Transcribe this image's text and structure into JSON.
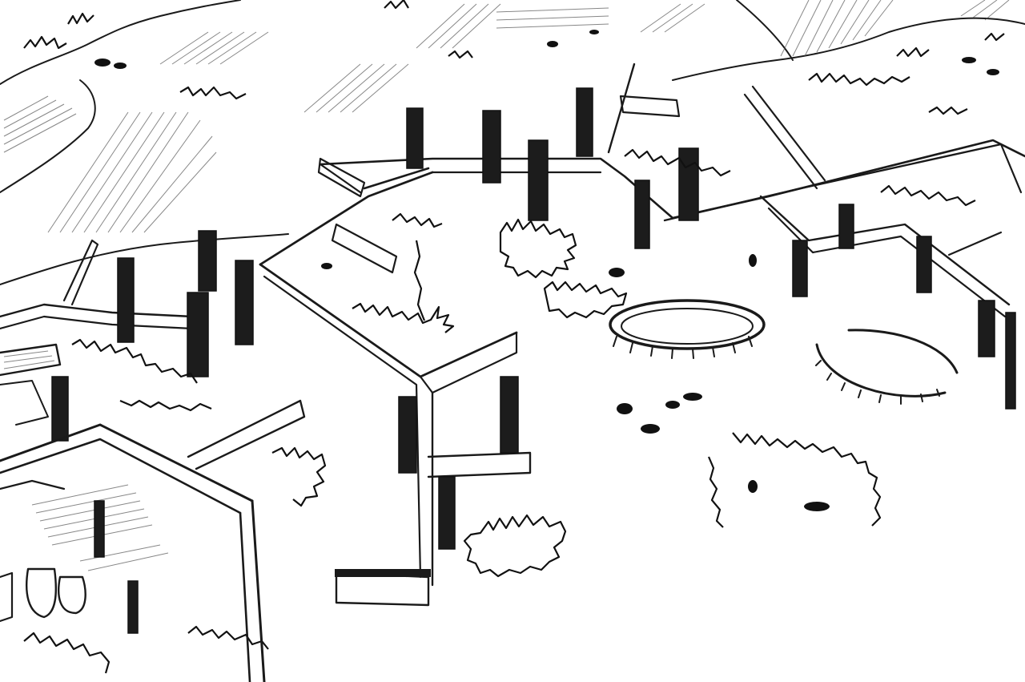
{
  "palette": {
    "ink": "#1a1a1a",
    "paper": "#ffffff",
    "shade": "#555555"
  },
  "scene": {
    "subject": "pencil sketch",
    "elements": [
      "hillside-hatching",
      "foundation-walls",
      "timber-posts",
      "shrubs",
      "circular-pools",
      "ruined-hut"
    ]
  }
}
